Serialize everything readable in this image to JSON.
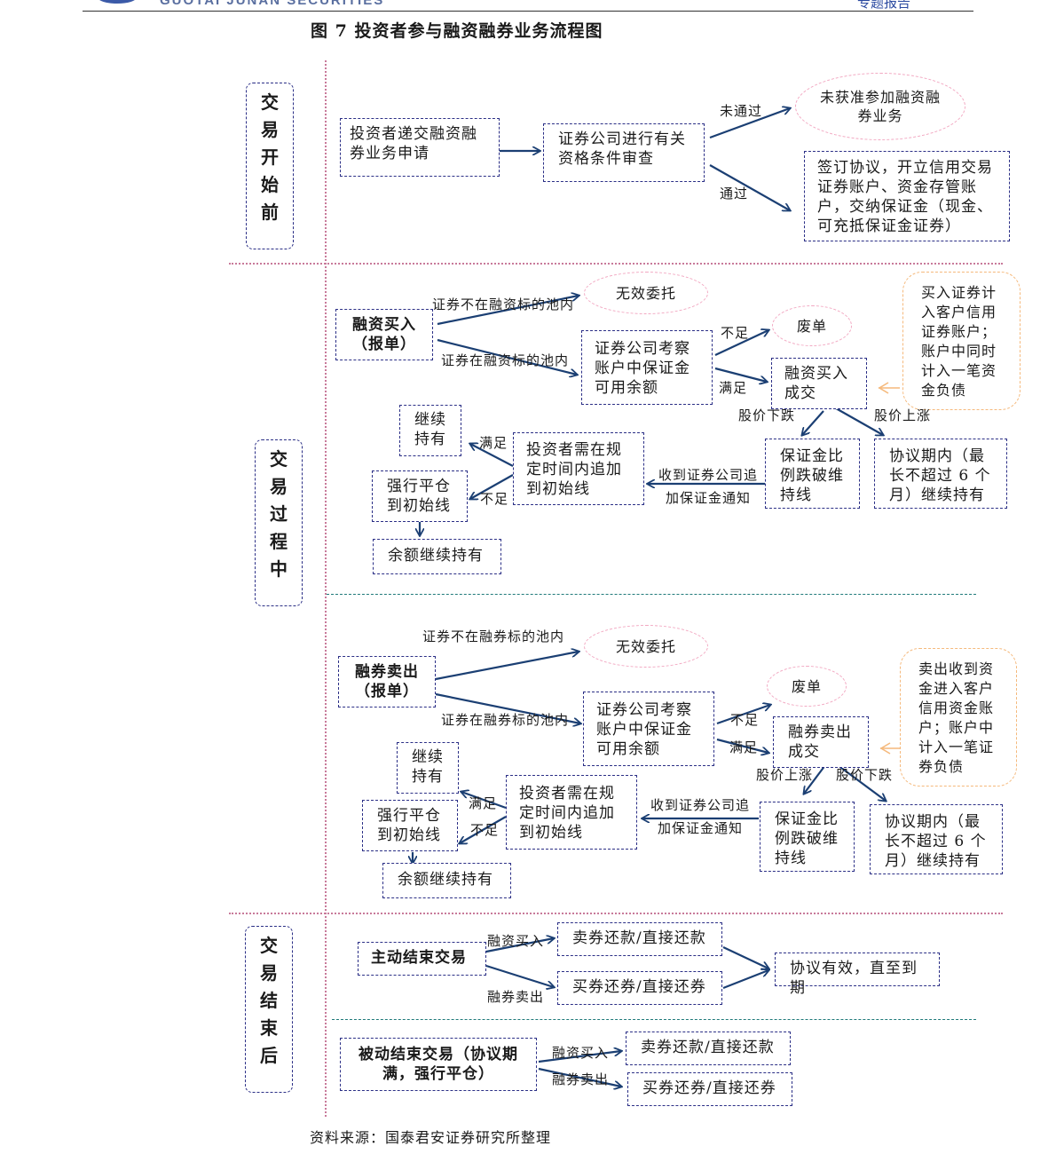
{
  "header": {
    "company": "GUOTAI JUNAN SECURITIES",
    "tag": "专题报告"
  },
  "figure_title": "图 7  投资者参与融资融券业务流程图",
  "source": "资料来源：国泰君安证券研究所整理",
  "phases": {
    "before": "交易开始前",
    "during": "交易过程中",
    "after": "交易结束后"
  },
  "before": {
    "apply": "投资者递交融资融券业务申请",
    "review": "证券公司进行有关资格条件审查",
    "fail_label": "未通过",
    "pass_label": "通过",
    "rejected": "未获准参加融资融券业务",
    "sign": "签订协议，开立信用交易证券账户、资金存管账户，交纳保证金（现金、可充抵保证金证券）"
  },
  "margin_buy": {
    "start": "融资买入（报单）",
    "not_in_pool": "证券不在融资标的池内",
    "in_pool": "证券在融资标的池内",
    "invalid": "无效委托",
    "check": "证券公司考察账户中保证金可用余额",
    "insufficient": "不足",
    "sufficient": "满足",
    "void": "废单",
    "done": "融资买入成交",
    "note": "买入证券计入客户信用证券账户；账户中同时计入一笔资金负债",
    "price_down": "股价下跌",
    "price_up": "股价上涨",
    "breach": "保证金比例跌破维持线",
    "hold_period": "协议期内（最长不超过 6 个月）继续持有",
    "notice": "收到证券公司追加保证金通知",
    "topup": "投资者需在规定时间内追加到初始线",
    "ok": "满足",
    "fail": "不足",
    "keep": "继续持有",
    "liquidate": "强行平仓到初始线",
    "remain": "余额继续持有"
  },
  "short_sell": {
    "start": "融券卖出（报单）",
    "not_in_pool": "证券不在融券标的池内",
    "in_pool": "证券在融券标的池内",
    "invalid": "无效委托",
    "check": "证券公司考察账户中保证金可用余额",
    "insufficient": "不足",
    "sufficient": "满足",
    "void": "废单",
    "done": "融券卖出成交",
    "note": "卖出收到资金进入客户信用资金账户；账户中计入一笔证券负债",
    "price_up": "股价上涨",
    "price_down": "股价下跌",
    "breach": "保证金比例跌破维持线",
    "hold_period": "协议期内（最长不超过 6 个月）继续持有",
    "notice": "收到证券公司追加保证金通知",
    "topup": "投资者需在规定时间内追加到初始线",
    "ok": "满足",
    "fail": "不足",
    "keep": "继续持有",
    "liquidate": "强行平仓到初始线",
    "remain": "余额继续持有"
  },
  "end": {
    "active": "主动结束交易",
    "passive": "被动结束交易（协议期满，强行平仓）",
    "buy_label": "融资买入",
    "sell_label": "融券卖出",
    "repay_money": "卖券还款/直接还款",
    "repay_stock": "买券还券/直接还券",
    "valid": "协议有效，直至到期"
  }
}
